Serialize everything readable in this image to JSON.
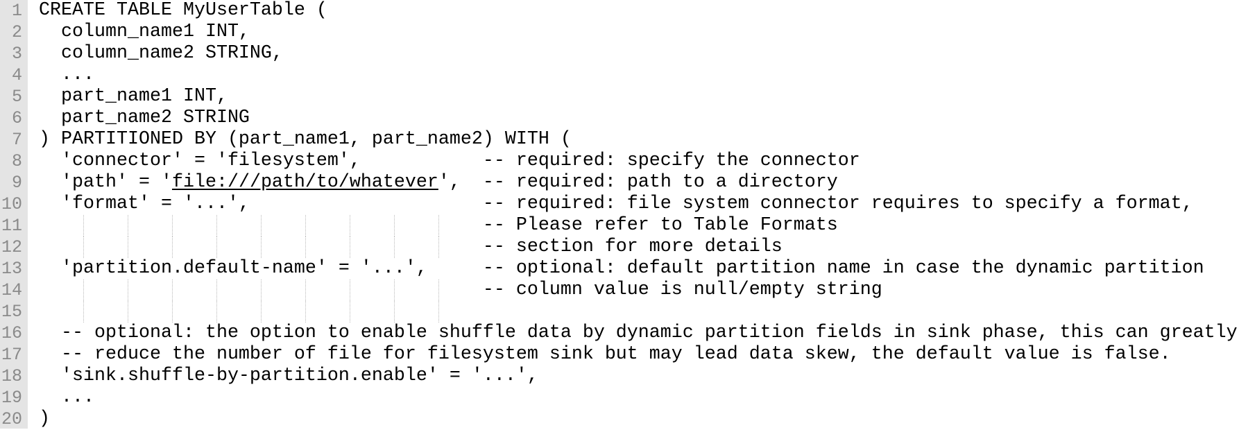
{
  "editor": {
    "colors": {
      "gutter_bg": "#e4e4e4",
      "line_number": "#8a8a8a",
      "text": "#000000",
      "indent_guide": "#b8b8b8"
    },
    "lines": [
      {
        "num": "1",
        "segments": [
          {
            "text": "CREATE TABLE MyUserTable ("
          }
        ]
      },
      {
        "num": "2",
        "segments": [
          {
            "text": "  column_name1 INT,"
          }
        ]
      },
      {
        "num": "3",
        "segments": [
          {
            "text": "  column_name2 STRING,"
          }
        ]
      },
      {
        "num": "4",
        "segments": [
          {
            "text": "  ..."
          }
        ]
      },
      {
        "num": "5",
        "segments": [
          {
            "text": "  part_name1 INT,"
          }
        ]
      },
      {
        "num": "6",
        "segments": [
          {
            "text": "  part_name2 STRING"
          }
        ]
      },
      {
        "num": "7",
        "segments": [
          {
            "text": ") PARTITIONED BY (part_name1, part_name2) WITH ("
          }
        ]
      },
      {
        "num": "8",
        "segments": [
          {
            "text": "  'connector' = 'filesystem',           -- required: specify the connector"
          }
        ]
      },
      {
        "num": "9",
        "segments": [
          {
            "text": "  'path' = '"
          },
          {
            "text": "file:///path/to/whatever",
            "link": true
          },
          {
            "text": "',  -- required: path to a directory"
          }
        ]
      },
      {
        "num": "10",
        "segments": [
          {
            "text": "  'format' = '...',                     -- required: file system connector requires to specify a format,"
          }
        ]
      },
      {
        "num": "11",
        "guides": true,
        "segments": [
          {
            "text": "                                        -- Please refer to Table Formats"
          }
        ]
      },
      {
        "num": "12",
        "guides": true,
        "segments": [
          {
            "text": "                                        -- section for more details"
          }
        ]
      },
      {
        "num": "13",
        "segments": [
          {
            "text": "  'partition.default-name' = '...',     -- optional: default partition name in case the dynamic partition"
          }
        ]
      },
      {
        "num": "14",
        "guides": true,
        "segments": [
          {
            "text": "                                        -- column value is null/empty string"
          }
        ]
      },
      {
        "num": "15",
        "guides": true,
        "segments": [
          {
            "text": ""
          }
        ]
      },
      {
        "num": "16",
        "segments": [
          {
            "text": "  -- optional: the option to enable shuffle data by dynamic partition fields in sink phase, this can greatly"
          }
        ]
      },
      {
        "num": "17",
        "segments": [
          {
            "text": "  -- reduce the number of file for filesystem sink but may lead data skew, the default value is false."
          }
        ]
      },
      {
        "num": "18",
        "segments": [
          {
            "text": "  'sink.shuffle-by-partition.enable' = '...',"
          }
        ]
      },
      {
        "num": "19",
        "segments": [
          {
            "text": "  ..."
          }
        ]
      },
      {
        "num": "20",
        "segments": [
          {
            "text": ")"
          }
        ]
      }
    ]
  }
}
